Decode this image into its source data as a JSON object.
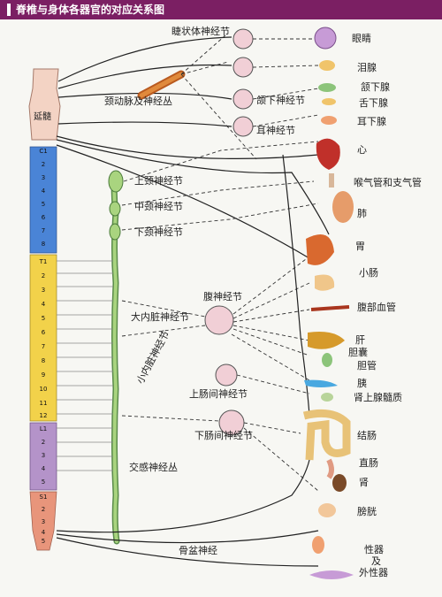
{
  "header": {
    "title": "脊椎与身体各器官的对应关系图"
  },
  "spine": {
    "medulla": "延髓",
    "cervical": [
      "C1",
      "2",
      "3",
      "4",
      "5",
      "6",
      "7",
      "8"
    ],
    "thoracic": [
      "T1",
      "2",
      "3",
      "4",
      "5",
      "6",
      "7",
      "8",
      "9",
      "10",
      "11",
      "12"
    ],
    "lumbar": [
      "L1",
      "2",
      "3",
      "4",
      "5"
    ],
    "sacral": [
      "S1",
      "2",
      "3",
      "4",
      "5"
    ]
  },
  "ganglia": {
    "ciliary": "睫状体神经节",
    "carotid": "颈动脉及神经丛",
    "submandibular": "颌下神经节",
    "otic": "耳神经节",
    "superior_cervical": "上颈神经节",
    "middle_cervical": "中颈神经节",
    "inferior_cervical": "下颈神经节",
    "celiac": "腹神经节",
    "greater_splanchnic": "大内脏神经节",
    "lesser_splanchnic": "小内脏神经节",
    "superior_mesenteric": "上肠间神经节",
    "inferior_mesenteric": "下肠间神经节",
    "sympathetic_plexus": "交感神经丛",
    "pelvic": "骨盆神经"
  },
  "organs": {
    "eye": "眼睛",
    "lacrimal": "泪腺",
    "submandibular_gland": "颔下腺",
    "sublingual": "舌下腺",
    "parotid": "耳下腺",
    "heart": "心",
    "trachea": "喉气管和支气管",
    "lung": "肺",
    "stomach": "胃",
    "small_intestine": "小肠",
    "abdominal_vessels": "腹部血管",
    "liver": "肝",
    "gallbladder": "胆囊",
    "bile_duct": "胆管",
    "pancreas": "胰",
    "adrenal": "肾上腺髓质",
    "colon": "结肠",
    "rectum": "直肠",
    "kidney": "肾",
    "bladder": "膀胱",
    "genital_1": "性器",
    "genital_2": "及",
    "genital_3": "外性器"
  }
}
